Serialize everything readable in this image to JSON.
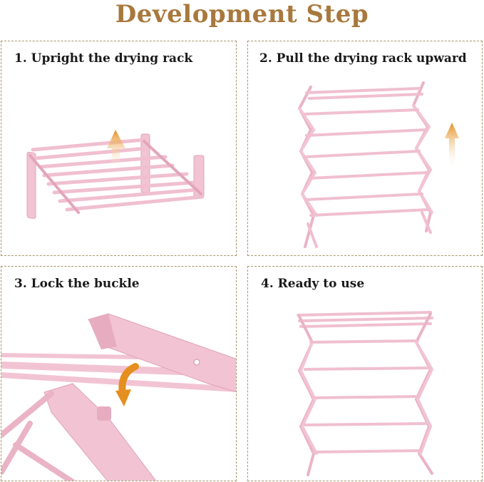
{
  "title": "Development Step",
  "colors": {
    "title": "#a8783c",
    "border": "#a8956a",
    "rack": "#f2c4d3",
    "rack_dark": "#e3a5b9",
    "arrow": "#e79a2c"
  },
  "steps": [
    {
      "label": "1. Upright the drying rack",
      "icon": "arrow-up-icon"
    },
    {
      "label": "2. Pull the drying rack upward",
      "icon": "arrow-up-icon"
    },
    {
      "label": "3. Lock the buckle",
      "icon": "rotate-arrow-icon"
    },
    {
      "label": "4. Ready to use",
      "icon": ""
    }
  ]
}
